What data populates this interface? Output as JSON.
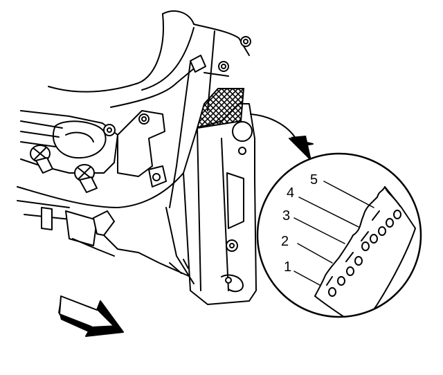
{
  "diagram": {
    "callouts": [
      {
        "label": "1"
      },
      {
        "label": "2"
      },
      {
        "label": "3"
      },
      {
        "label": "4"
      },
      {
        "label": "5"
      }
    ],
    "icons": {
      "view_arrow": "curved-arrow-icon",
      "front_arrow": "front-direction-arrow-icon"
    }
  }
}
